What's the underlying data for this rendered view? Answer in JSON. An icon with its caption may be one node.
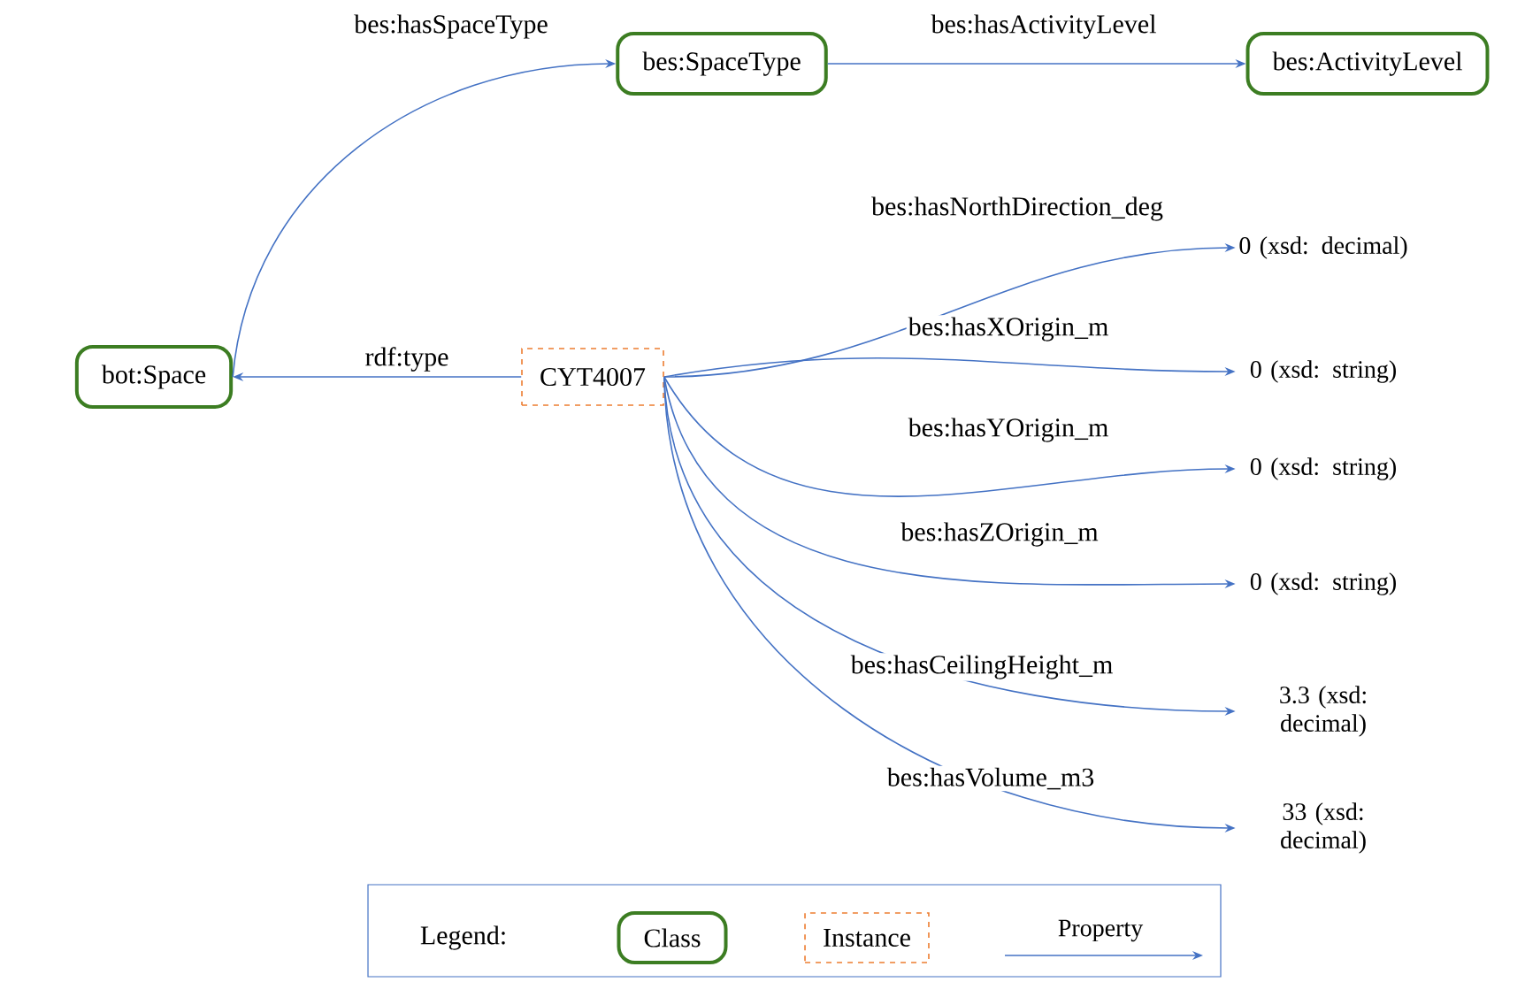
{
  "diagram": {
    "nodes": [
      {
        "text": [
          "bes:SpaceType"
        ]
      },
      {
        "text": [
          "bes:ActivityLevel"
        ]
      },
      {
        "text": [
          "bot:Space"
        ]
      },
      {
        "text": [
          "CYT4007"
        ]
      },
      {
        "text": [
          "0 (xsd: decimal)"
        ]
      },
      {
        "text": [
          "0 (xsd: string)"
        ]
      },
      {
        "text": [
          "0 (xsd: string)"
        ]
      },
      {
        "text": [
          "0 (xsd: string)"
        ]
      },
      {
        "text": [
          "3.3 (xsd: decimal)"
        ]
      },
      {
        "text": [
          "33 (xsd: decimal)"
        ]
      }
    ],
    "edges": [
      {
        "from": 2,
        "to": 0,
        "arrow": "to",
        "label": "bes:hasSpaceType"
      },
      {
        "from": 0,
        "to": 1,
        "arrow": "to",
        "label": "bes:hasActivityLevel"
      },
      {
        "from": 3,
        "to": 2,
        "arrow": "to",
        "label": "rdf:type"
      },
      {
        "from": 3,
        "to": 4,
        "arrow": "to",
        "label": "bes:hasNorthDirection_deg"
      },
      {
        "from": 3,
        "to": 5,
        "arrow": "to",
        "label": "bes:hasXOrigin_m"
      },
      {
        "from": 3,
        "to": 6,
        "arrow": "to",
        "label": "bes:hasYOrigin_m"
      },
      {
        "from": 3,
        "to": 7,
        "arrow": "to",
        "label": "bes:hasZOrigin_m"
      },
      {
        "from": 3,
        "to": 8,
        "arrow": "to",
        "label": "bes:hasCeilingHeight_m"
      },
      {
        "from": 3,
        "to": 9,
        "arrow": "to",
        "label": "bes:hasVolume_m3"
      }
    ],
    "labels": [
      "Legend:"
    ],
    "legend": [
      {
        "text": "Class"
      },
      {
        "text": "Instance"
      },
      {
        "text": "Property"
      }
    ]
  }
}
